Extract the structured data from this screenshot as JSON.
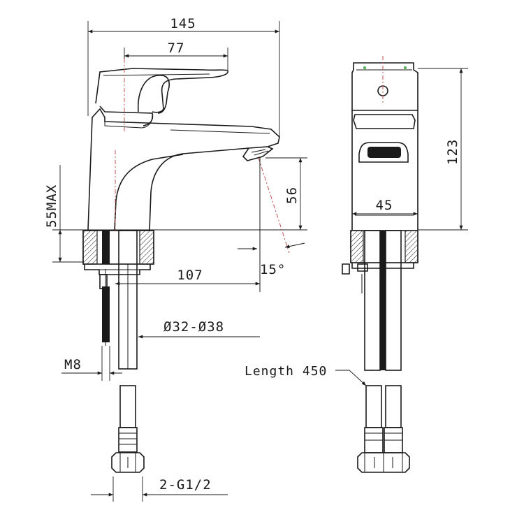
{
  "dimensions": {
    "overall_width": "145",
    "handle_to_spout": "77",
    "deck_thickness": "55MAX",
    "spout_height": "56",
    "spout_projection": "107",
    "hole_diameter": "Ø32-Ø38",
    "stud_thread": "M8",
    "connection_thread": "2-G1/2",
    "spout_angle": "15°",
    "body_depth": "45",
    "total_height": "123",
    "hose_length": "Length 450"
  },
  "colors": {
    "line": "#1a1a1a",
    "centerline": "#c0504d",
    "marker": "#4caf50"
  }
}
